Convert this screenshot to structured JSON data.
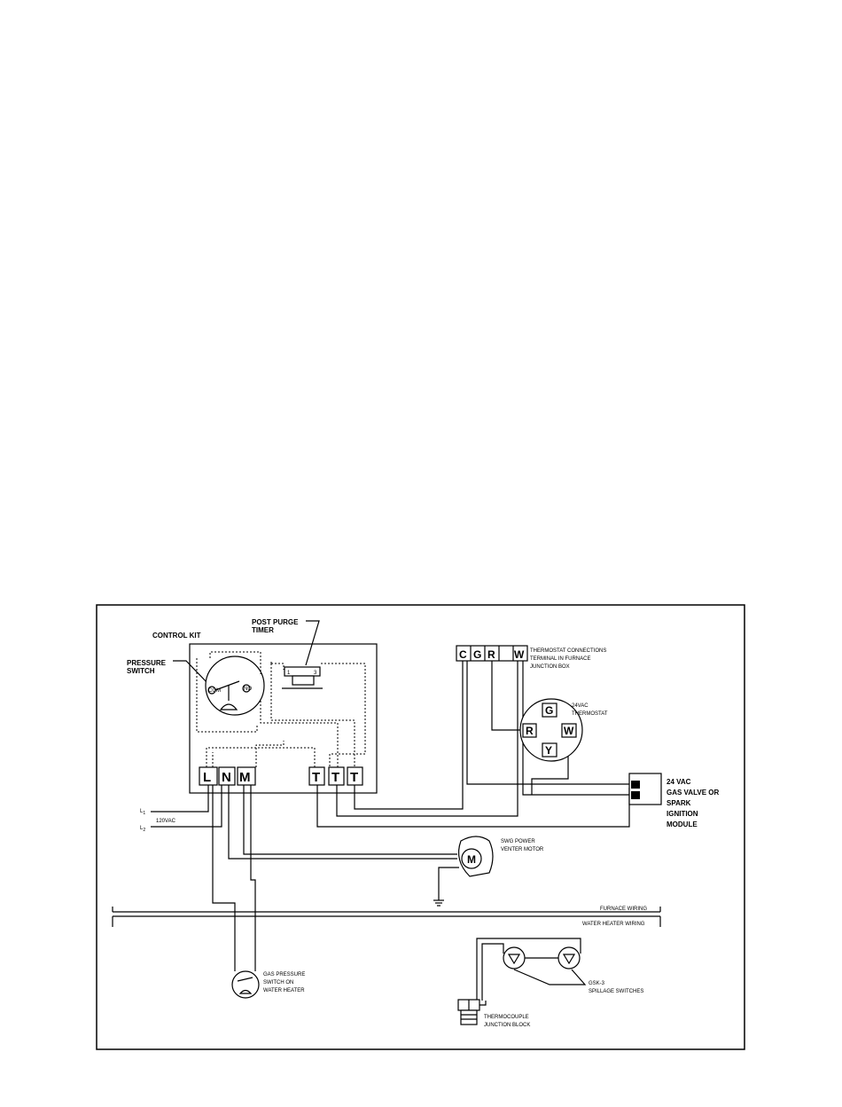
{
  "labels": {
    "control_kit": "CONTROL KIT",
    "post_purge_1": "POST PURGE",
    "post_purge_2": "TIMER",
    "pressure_switch_1": "PRESSURE",
    "pressure_switch_2": "SWITCH",
    "thermostat_conn_1": "THERMOSTAT CONNECTIONS",
    "thermostat_conn_2": "TERMINAL IN FURNACE",
    "thermostat_conn_3": "JUNCTION BOX",
    "thermostat_1": "24VAC",
    "thermostat_2": "THERMOSTAT",
    "gas_valve_1": "24 VAC",
    "gas_valve_2": "GAS VALVE OR",
    "gas_valve_3": "SPARK",
    "gas_valve_4": "IGNITION",
    "gas_valve_5": "MODULE",
    "venter_1": "SWG POWER",
    "venter_2": "VENTER MOTOR",
    "furnace_wiring": "FURNACE WIRING",
    "water_heater_wiring": "WATER HEATER WIRING",
    "gas_ps_1": "GAS PRESSURE",
    "gas_ps_2": "SWITCH ON",
    "gas_ps_3": "WATER HEATER",
    "gsk_1": "GSK-3",
    "gsk_2": "SPILLAGE SWITCHES",
    "tc_1": "THERMOCOUPLE",
    "tc_2": "JUNCTION BLOCK",
    "l1": "L",
    "l1_sub": "1",
    "l2": "L",
    "l2_sub": "2",
    "vac_120": "120VAC",
    "ps_com": "COM",
    "ps_no": "NO",
    "timer_1": "1",
    "timer_3": "3"
  },
  "control_terminals": [
    "L",
    "N",
    "M"
  ],
  "control_t_terminals": [
    "T",
    "T",
    "T"
  ],
  "junction_terminals": [
    "C",
    "G",
    "R",
    "",
    "W"
  ],
  "thermostat_terminals": {
    "top": "G",
    "left": "R",
    "right": "W",
    "bottom": "Y"
  },
  "motor_letter": "M"
}
